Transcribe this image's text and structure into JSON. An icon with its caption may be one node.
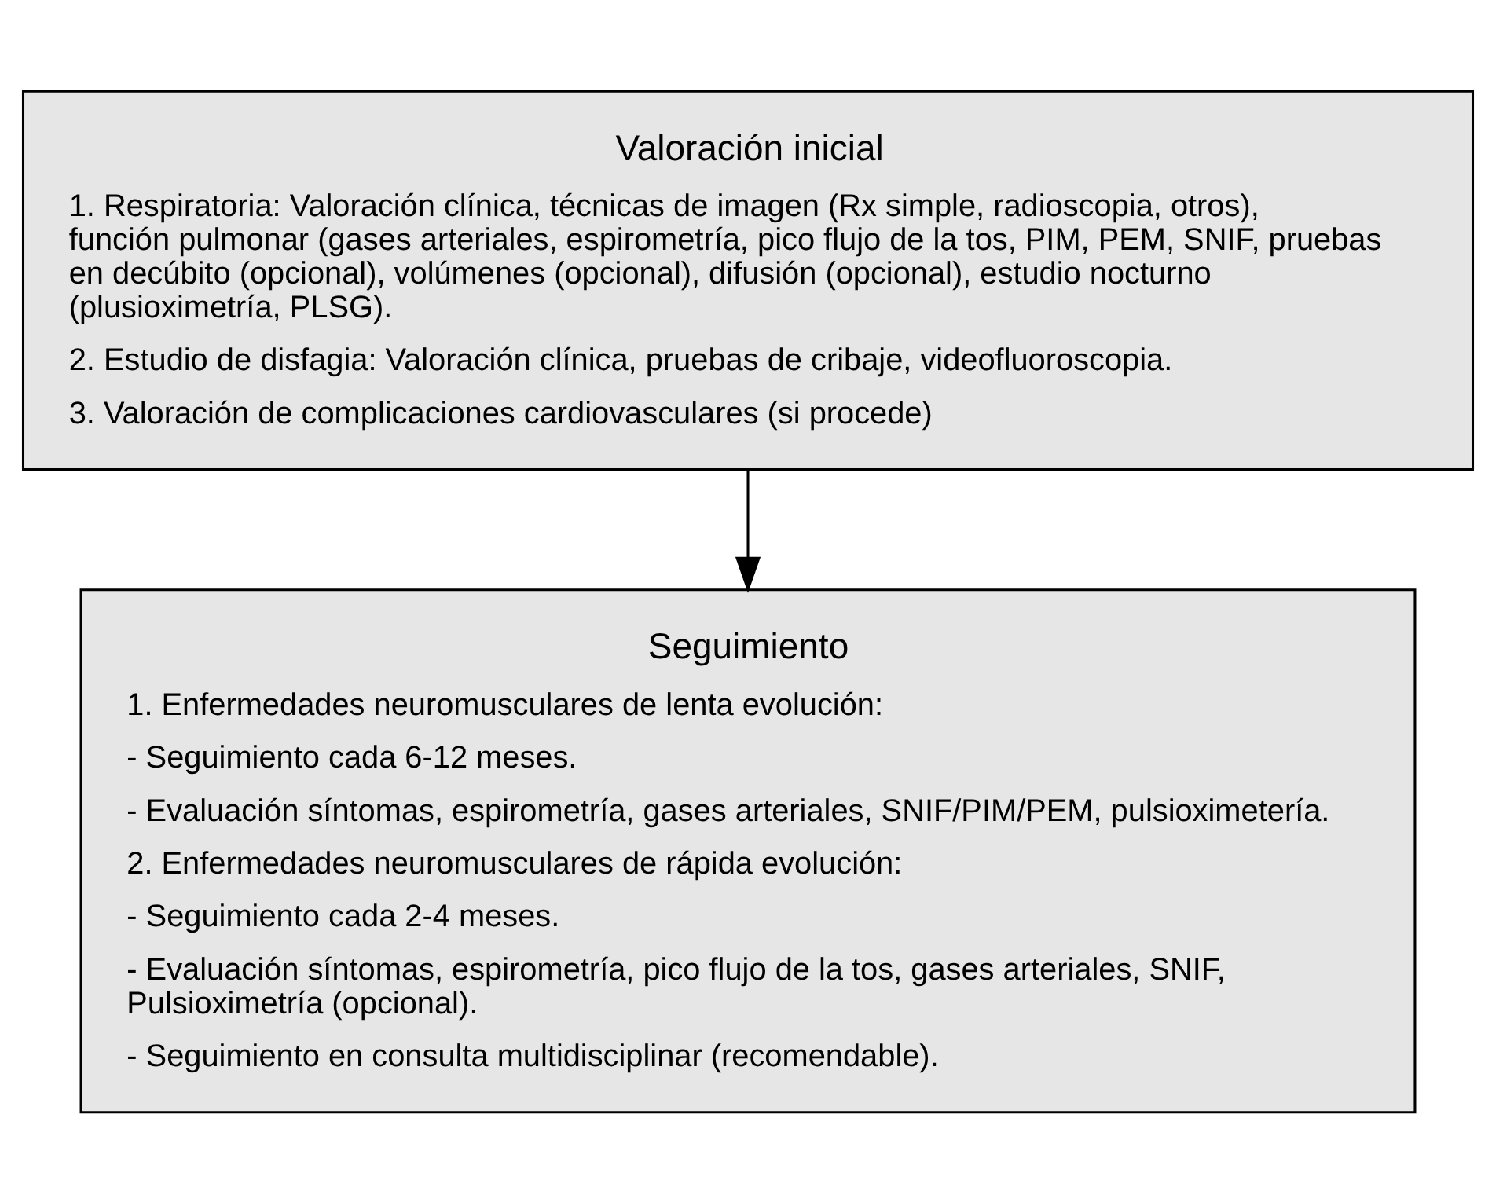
{
  "diagram": {
    "nodes": [
      {
        "text": [
          "Valoración inicial",
          "1. Respiratoria: Valoración clínica, técnicas de imagen (Rx simple, radioscopia, otros), función pulmonar (gases arteriales, espirometría, pico flujo de la tos, PIM, PEM, SNIF, pruebas en decúbito (opcional), volúmenes (opcional), difusión (opcional), estudio nocturno (plusioximetría, PLSG).",
          "2. Estudio de disfagia: Valoración clínica, pruebas de cribaje, videofluoroscopia.",
          "3. Valoración de complicaciones cardiovasculares (si procede)"
        ]
      },
      {
        "text": [
          "Seguimiento",
          "1. Enfermedades neuromusculares de lenta evolución:",
          "- Seguimiento cada 6-12 meses.",
          "- Evaluación síntomas, espirometría, gases arteriales, SNIF/PIM/PEM, pulsioximetería.",
          "2. Enfermedades neuromusculares de rápida evolución:",
          "- Seguimiento cada 2-4 meses.",
          "- Evaluación síntomas, espirometría, pico flujo de la tos, gases arteriales, SNIF, Pulsioximetría (opcional).",
          "- Seguimiento en consulta multidisciplinar (recomendable)."
        ]
      }
    ],
    "edges": [
      {
        "from": 0,
        "to": 1,
        "arrow": "to"
      }
    ]
  }
}
